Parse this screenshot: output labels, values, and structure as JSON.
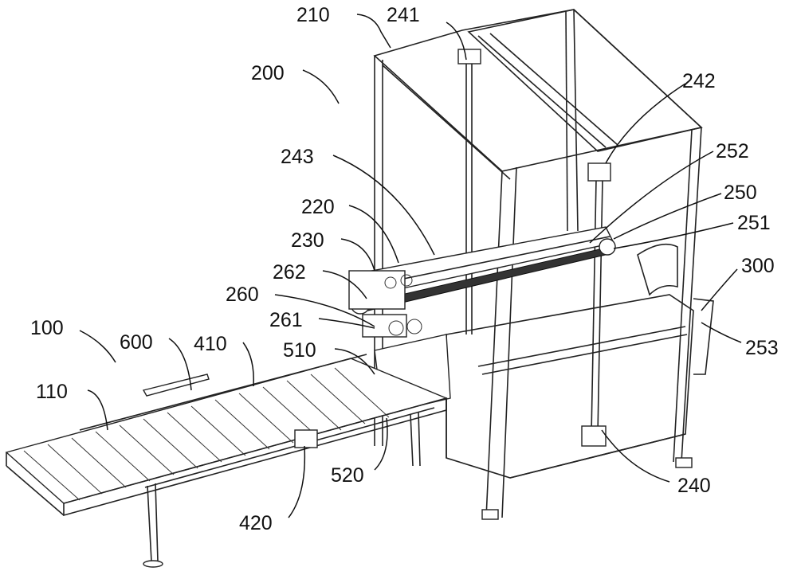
{
  "figure": {
    "labels": {
      "l210": "210",
      "l241": "241",
      "l200": "200",
      "l242": "242",
      "l243": "243",
      "l252": "252",
      "l220": "220",
      "l250": "250",
      "l251": "251",
      "l230": "230",
      "l300": "300",
      "l262": "262",
      "l260": "260",
      "l261": "261",
      "l253": "253",
      "l100": "100",
      "l600": "600",
      "l410": "410",
      "l510": "510",
      "l110": "110",
      "l520": "520",
      "l240": "240",
      "l420": "420"
    }
  }
}
